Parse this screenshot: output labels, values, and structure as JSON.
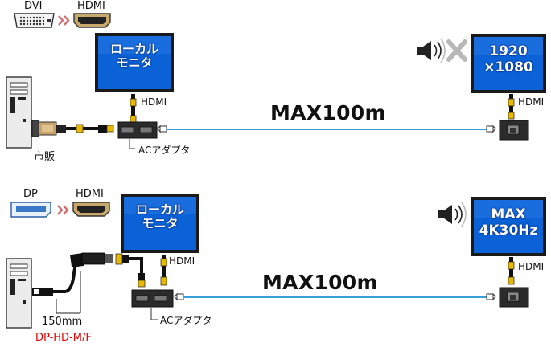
{
  "colors": {
    "screen_blue": "#0a62d6",
    "bezel": "#1a1a1a",
    "cable_blue": "#3aa0d8",
    "label_red": "#e00000",
    "chevron_red": "#d46a6a"
  },
  "top": {
    "conv_from": "DVI",
    "conv_to": "HDMI",
    "local_monitor_line1": "ローカル",
    "local_monitor_line2": "モニタ",
    "remote_monitor_line1": "1920",
    "remote_monitor_line2": "×1080",
    "hdmi_local": "HDMI",
    "hdmi_remote": "HDMI",
    "distance": "MAX100m",
    "adapter": "ACアダプタ",
    "pc_cable_note": "市販",
    "remote_audio": "muted"
  },
  "bottom": {
    "conv_from": "DP",
    "conv_to": "HDMI",
    "local_monitor_line1": "ローカル",
    "local_monitor_line2": "モニタ",
    "remote_monitor_line1": "MAX",
    "remote_monitor_line2": "4K30Hz",
    "hdmi_local": "HDMI",
    "hdmi_remote": "HDMI",
    "distance": "MAX100m",
    "adapter": "ACアダプタ",
    "cable_length": "150mm",
    "model": "DP-HD-M/F",
    "remote_audio": "on"
  }
}
